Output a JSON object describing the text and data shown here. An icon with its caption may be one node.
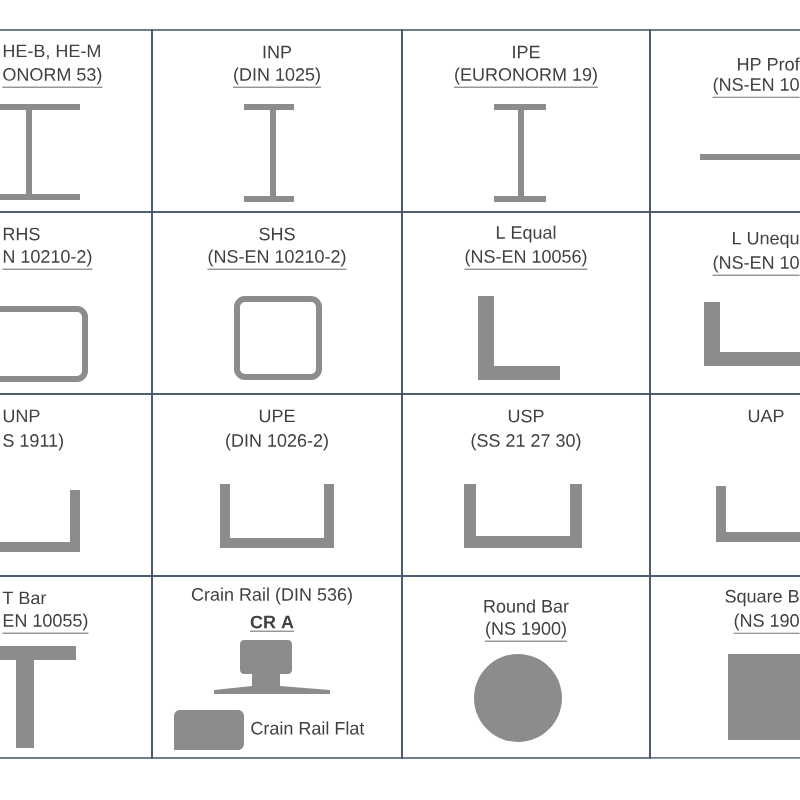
{
  "diagram": {
    "nodes": [
      {
        "text": [
          "HE-B, HE-M",
          "ONORM 53)"
        ]
      },
      {
        "text": [
          "INP",
          "(DIN 1025)"
        ]
      },
      {
        "text": [
          "IPE",
          "(EURONORM 19)"
        ]
      },
      {
        "text": [
          "HP Prof",
          "(NS-EN 10"
        ]
      },
      {
        "text": [
          "RHS",
          "N 10210-2)"
        ]
      },
      {
        "text": [
          "SHS",
          "(NS-EN 10210-2)"
        ]
      },
      {
        "text": [
          "L Equal",
          "(NS-EN 10056)"
        ]
      },
      {
        "text": [
          "L Unequ",
          "(NS-EN 10"
        ]
      },
      {
        "text": [
          "UNP",
          "S 1911)"
        ]
      },
      {
        "text": [
          "UPE",
          "(DIN 1026-2)"
        ]
      },
      {
        "text": [
          "USP",
          "(SS 21 27 30)"
        ]
      },
      {
        "text": [
          "UAP"
        ]
      },
      {
        "text": [
          "T Bar",
          "EN 10055)"
        ]
      },
      {
        "text": [
          "Crain Rail (DIN 536)",
          "CR A",
          "Crain Rail Flat"
        ]
      },
      {
        "text": [
          "Round Bar",
          "(NS 1900)"
        ]
      },
      {
        "text": [
          "Square B",
          "(NS 190"
        ]
      }
    ]
  }
}
